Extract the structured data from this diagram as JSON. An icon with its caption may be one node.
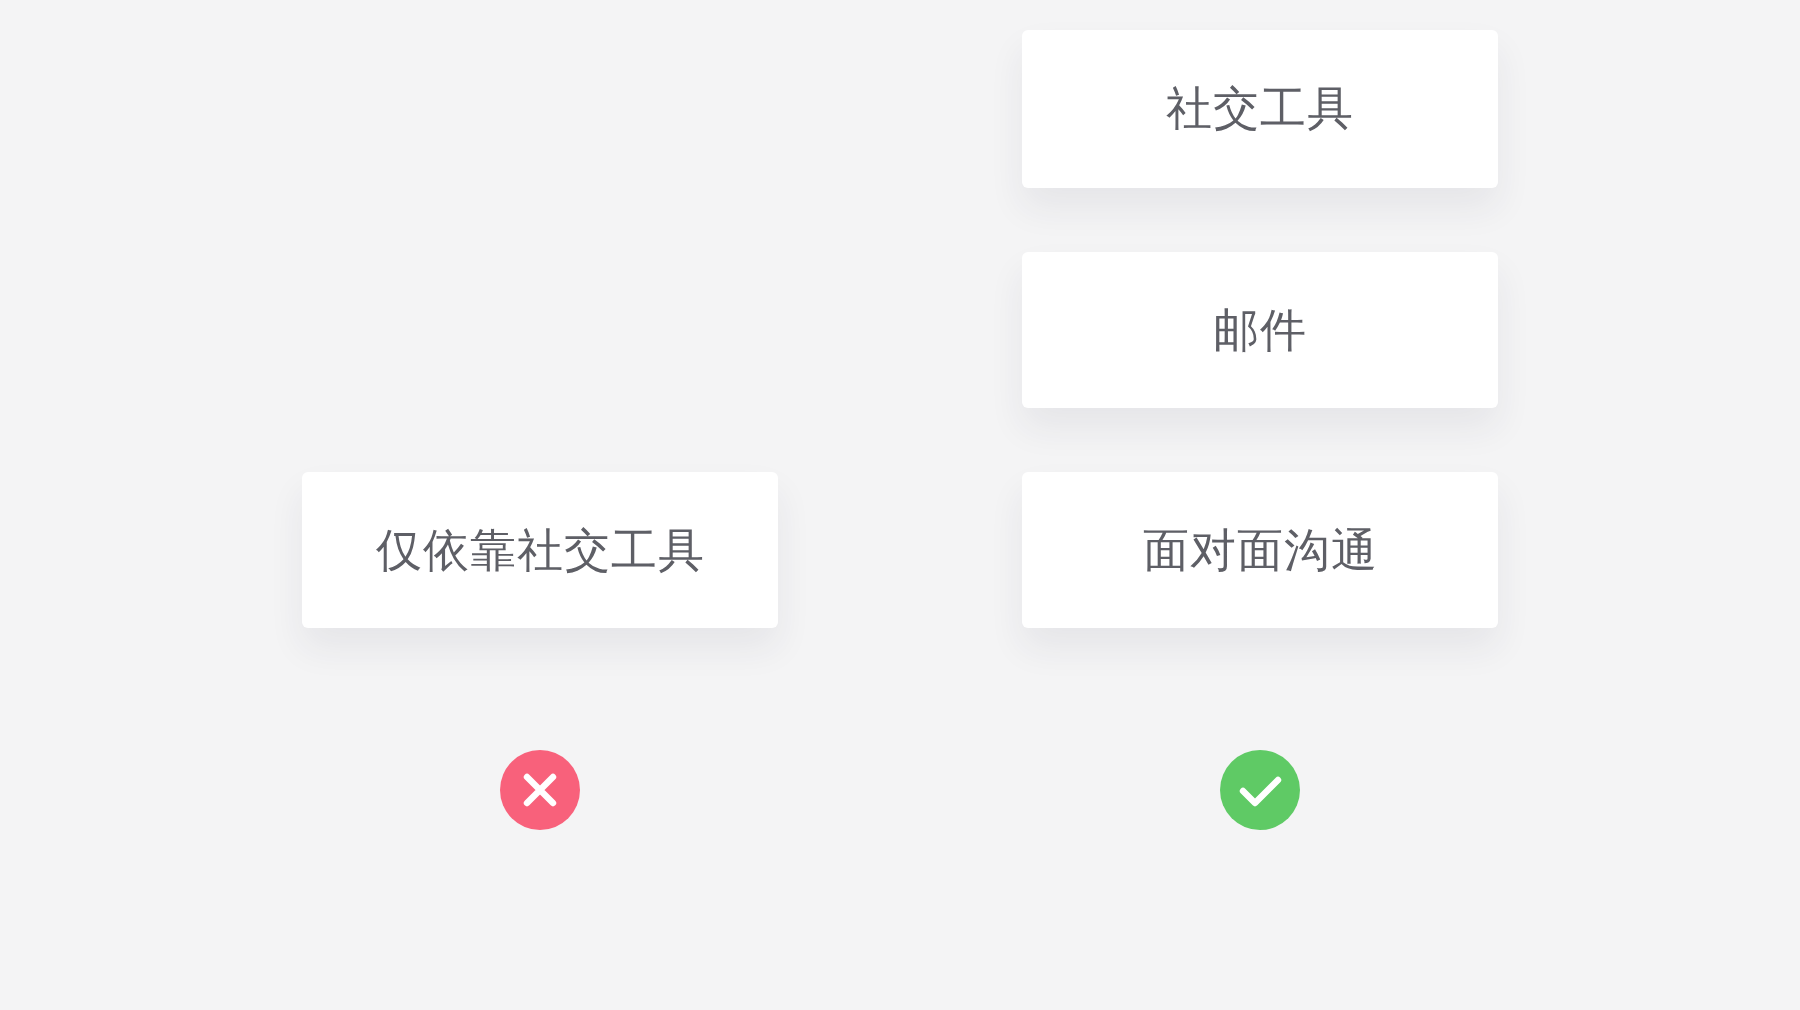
{
  "diagram": {
    "nodes": [
      {
        "text": [
          "仅依靠社交工具"
        ]
      },
      {
        "text": [
          "社交工具"
        ]
      },
      {
        "text": [
          "邮件"
        ]
      },
      {
        "text": [
          "面对面沟通"
        ]
      }
    ]
  }
}
